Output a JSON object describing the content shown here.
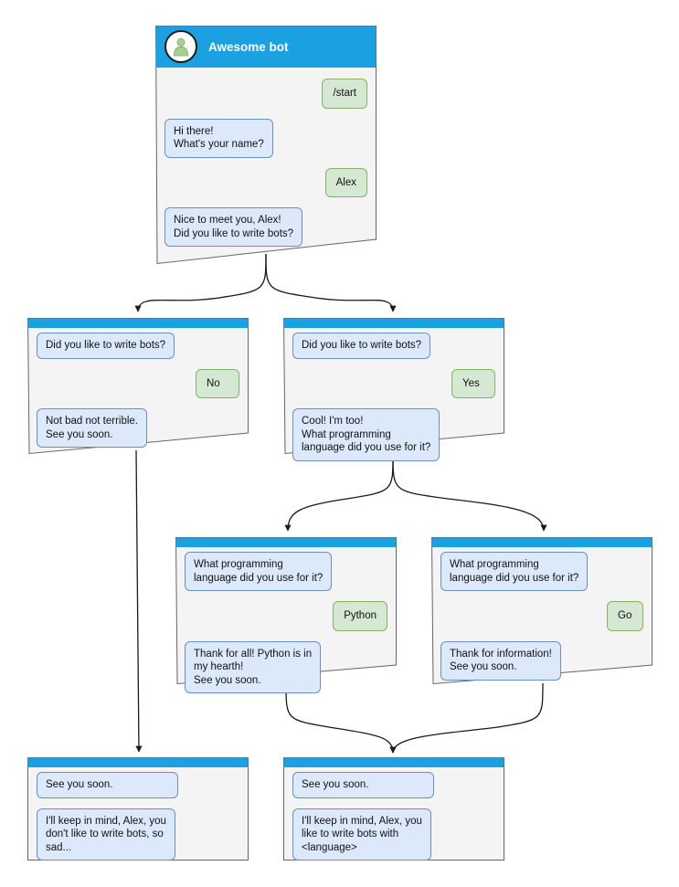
{
  "diagram": {
    "title": "Awesome bot chatbot conversation flow",
    "colors": {
      "header_blue": "#1ba1e2",
      "card_body": "#f4f4f4",
      "card_border": "#666666",
      "bot_bubble_bg": "#dce9fb",
      "bot_bubble_border": "#6c8ebf",
      "user_bubble_bg": "#d5e8d4",
      "user_bubble_border": "#82b366",
      "edge": "#1a1a1a",
      "avatar_fill": "#a9d08e"
    }
  },
  "cards": [
    {
      "id": "root",
      "title": "Awesome bot",
      "avatar_icon": "person-avatar-icon",
      "messages": [
        {
          "from": "user",
          "text": "/start"
        },
        {
          "from": "bot",
          "text": "Hi there!\nWhat's your name?"
        },
        {
          "from": "user",
          "text": "Alex"
        },
        {
          "from": "bot",
          "text": "Nice to meet you, Alex!\nDid you like to write bots?"
        }
      ]
    },
    {
      "id": "branch-no",
      "messages": [
        {
          "from": "bot",
          "text": "Did you like to write bots?"
        },
        {
          "from": "user",
          "text": "No"
        },
        {
          "from": "bot",
          "text": "Not bad not terrible.\nSee you soon."
        }
      ]
    },
    {
      "id": "branch-yes",
      "messages": [
        {
          "from": "bot",
          "text": "Did you like to write bots?"
        },
        {
          "from": "user",
          "text": "Yes"
        },
        {
          "from": "bot",
          "text": "Cool! I'm too!\nWhat programming\nlanguage did you use for it?"
        }
      ]
    },
    {
      "id": "branch-python",
      "messages": [
        {
          "from": "bot",
          "text": "What programming\nlanguage did you use for it?"
        },
        {
          "from": "user",
          "text": "Python"
        },
        {
          "from": "bot",
          "text": "Thank for all! Python is in\nmy hearth!\nSee you soon."
        }
      ]
    },
    {
      "id": "branch-go",
      "messages": [
        {
          "from": "bot",
          "text": "What programming\nlanguage did you use for it?"
        },
        {
          "from": "user",
          "text": "Go"
        },
        {
          "from": "bot",
          "text": "Thank for information!\nSee you soon."
        }
      ]
    },
    {
      "id": "end-sad",
      "messages": [
        {
          "from": "bot",
          "text": "See you soon."
        },
        {
          "from": "bot",
          "text": "I'll keep in mind, Alex, you\ndon't like to write bots, so\nsad..."
        }
      ]
    },
    {
      "id": "end-happy",
      "messages": [
        {
          "from": "bot",
          "text": "See you soon."
        },
        {
          "from": "bot",
          "text": "I'll keep in mind, Alex, you\nlike to write bots with\n<language>"
        }
      ]
    }
  ]
}
